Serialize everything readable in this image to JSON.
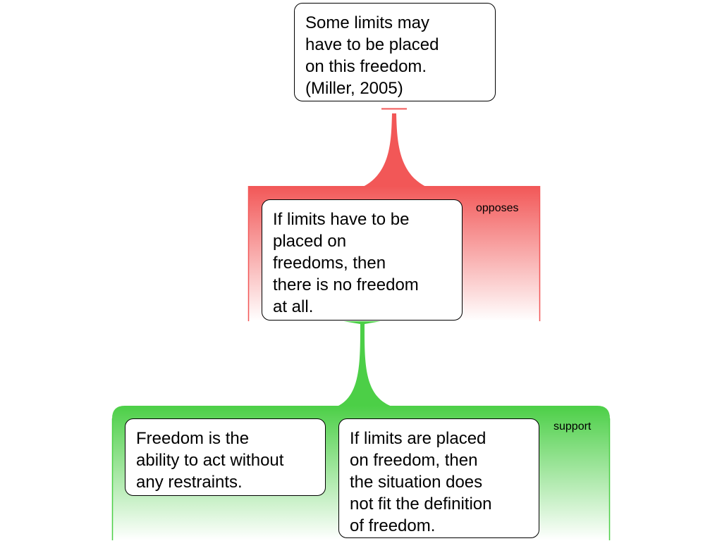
{
  "nodes": {
    "claim": "Some limits may\nhave to be placed\non this freedom.\n(Miller, 2005)",
    "objection": "If limits have to be\nplaced on\nfreedoms, then\nthere is no freedom\nat all.",
    "support_1": "Freedom is the\nability to act without\nany restraints.",
    "support_2": "If limits are placed\non freedom, then\nthe situation does\nnot fit the definition\nof freedom."
  },
  "relations": {
    "opposes_label": "opposes",
    "support_label": "support"
  },
  "colors": {
    "opposes": "#f25757",
    "support": "#4ccf47",
    "node_border": "#000000",
    "node_fill": "#ffffff"
  }
}
